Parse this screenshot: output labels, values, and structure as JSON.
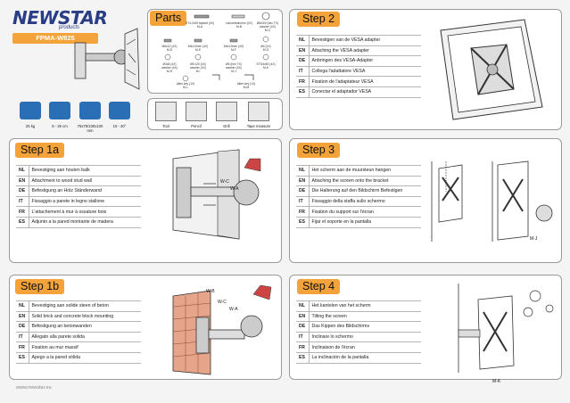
{
  "brand": {
    "name": "NEWSTAR",
    "sub": "products",
    "model": "FPMA-W825"
  },
  "specs": [
    "25 kg",
    "8 - 26 cm",
    "75x75/100x100 mm",
    "10 - 40°"
  ],
  "parts_title": "Parts",
  "parts": [
    "ST4.2x45 tapbolt (4X)\nM-A",
    "concreteanchor (4X)\nM-B",
    "Ø6x3/4 (hex TX)\nwasher (4X)\nM-C",
    "M6x12 (4X)\nM-D",
    "M4x12mm (4X)\nM-E",
    "M4x10mm (4X)\nM-F",
    "Ø4 (4X)\nM-G",
    "Ø4x8 (4X)\nwasher (4X)\nM-H",
    "Ø5 x20 (4X)\nwasher (4X)\nM-I",
    "Ø6 (hex TX)\nwasher (4X)\nM-J",
    "ST3/4x50 (4X)\nM-K",
    "Allen key (1X)\nM-L",
    "Allen key (1X)\nM-M"
  ],
  "tools": [
    "Tool",
    "Pencil",
    "Drill",
    "Tape measure"
  ],
  "steps": {
    "step2": {
      "title": "Step 2",
      "rows": [
        {
          "code": "NL",
          "text": "Bevestigen van de VESA adapter"
        },
        {
          "code": "EN",
          "text": "Attaching the VESA adapter"
        },
        {
          "code": "DE",
          "text": "Anbringen des VESA-Adapter"
        },
        {
          "code": "IT",
          "text": "Collega l'adattatore VESA"
        },
        {
          "code": "FR",
          "text": "Fixation de l'adaptateur VESA"
        },
        {
          "code": "ES",
          "text": "Conectar el adaptador VESA"
        }
      ]
    },
    "step1a": {
      "title": "Step 1a",
      "rows": [
        {
          "code": "NL",
          "text": "Bevestiging aan houten balk"
        },
        {
          "code": "EN",
          "text": "Attachment to wood stud wall"
        },
        {
          "code": "DE",
          "text": "Befestigung an Holz Ständerwand"
        },
        {
          "code": "IT",
          "text": "Fissaggio a parete in legno stallone"
        },
        {
          "code": "FR",
          "text": "L'attachement à mur à ossature bois"
        },
        {
          "code": "ES",
          "text": "Adjunto a la pared montante de madera"
        }
      ],
      "labels": [
        "W-C",
        "W-A"
      ]
    },
    "step3": {
      "title": "Step 3",
      "rows": [
        {
          "code": "NL",
          "text": "Het scherm aan de muursteun hangen"
        },
        {
          "code": "EN",
          "text": "Attaching the screen onto the bracket"
        },
        {
          "code": "DE",
          "text": "Die Halterung auf den Bildschirm Befestigen"
        },
        {
          "code": "IT",
          "text": "Fissaggio della staffa sullo schermo"
        },
        {
          "code": "FR",
          "text": "Fixation du support sur l'écran"
        },
        {
          "code": "ES",
          "text": "Fijar el soporte en la pantalla"
        }
      ],
      "labels": [
        "M-J"
      ]
    },
    "step1b": {
      "title": "Step 1b",
      "rows": [
        {
          "code": "NL",
          "text": "Bevestiging aan solide steen of beton"
        },
        {
          "code": "EN",
          "text": "Solid brick and concrete block mounting"
        },
        {
          "code": "DE",
          "text": "Befestigung an betonwanden"
        },
        {
          "code": "IT",
          "text": "Allegato alla parete solida"
        },
        {
          "code": "FR",
          "text": "Fixation au mur massif"
        },
        {
          "code": "ES",
          "text": "Apego a la pared sólida"
        }
      ],
      "labels": [
        "W-B",
        "W-C",
        "W-A"
      ]
    },
    "step4": {
      "title": "Step 4",
      "rows": [
        {
          "code": "NL",
          "text": "Het kantelen van het scherm"
        },
        {
          "code": "EN",
          "text": "Tilting the screen"
        },
        {
          "code": "DE",
          "text": "Das Kippen des Bildschirms"
        },
        {
          "code": "IT",
          "text": "Inclinare lo schermo"
        },
        {
          "code": "FR",
          "text": "Inclinaison de l'écran"
        },
        {
          "code": "ES",
          "text": "La inclinación de la pantalla"
        }
      ],
      "labels": [
        "M-K"
      ]
    }
  },
  "footer": "www.newstar.eu"
}
